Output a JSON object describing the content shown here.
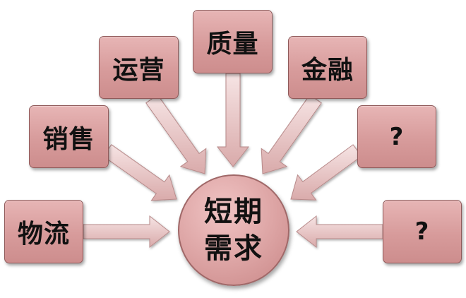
{
  "center": {
    "label": "短期需求"
  },
  "sources": [
    {
      "id": "logistics",
      "label": "物流"
    },
    {
      "id": "sales",
      "label": "销售"
    },
    {
      "id": "operations",
      "label": "运营"
    },
    {
      "id": "quality",
      "label": "质量"
    },
    {
      "id": "finance",
      "label": "金融"
    },
    {
      "id": "unknown-1",
      "label": "?"
    },
    {
      "id": "unknown-2",
      "label": "?"
    }
  ],
  "colors": {
    "box_fill": "#d9a0a0",
    "box_border": "#8f5a5a",
    "arrow_fill": "#e9c8c8"
  }
}
